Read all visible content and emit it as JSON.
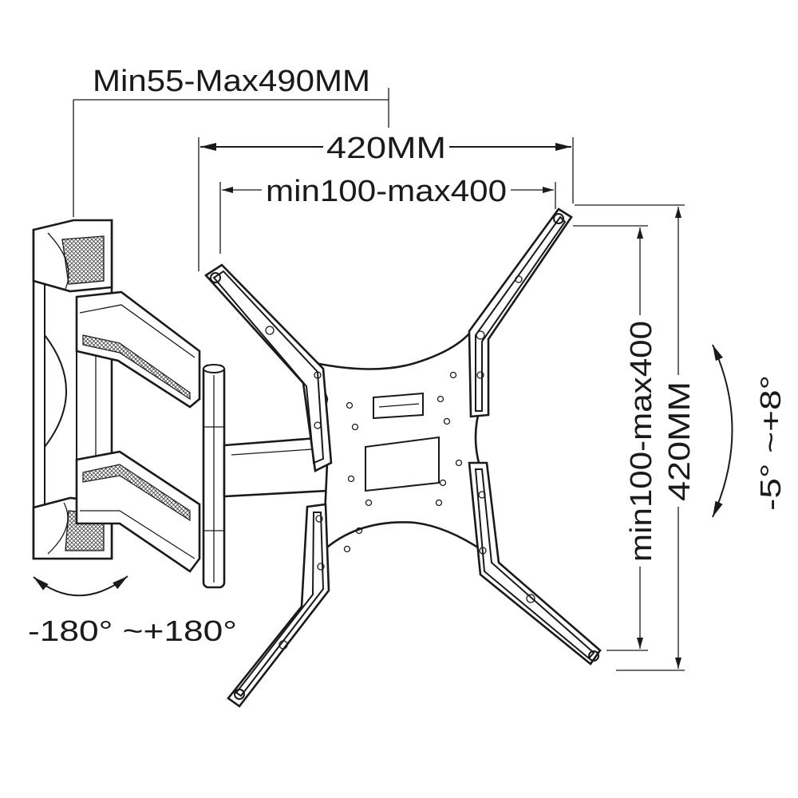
{
  "dimensions": {
    "arm_extension": "Min55-Max490MM",
    "plate_width": "420MM",
    "vesa_horizontal": "min100-max400",
    "vesa_vertical": "min100-max400",
    "plate_height": "420MM"
  },
  "angles": {
    "swivel": "-180°  ~+180°",
    "tilt": "-5°  ~+8°"
  },
  "colors": {
    "line": "#1a1a1a",
    "background": "#ffffff"
  }
}
